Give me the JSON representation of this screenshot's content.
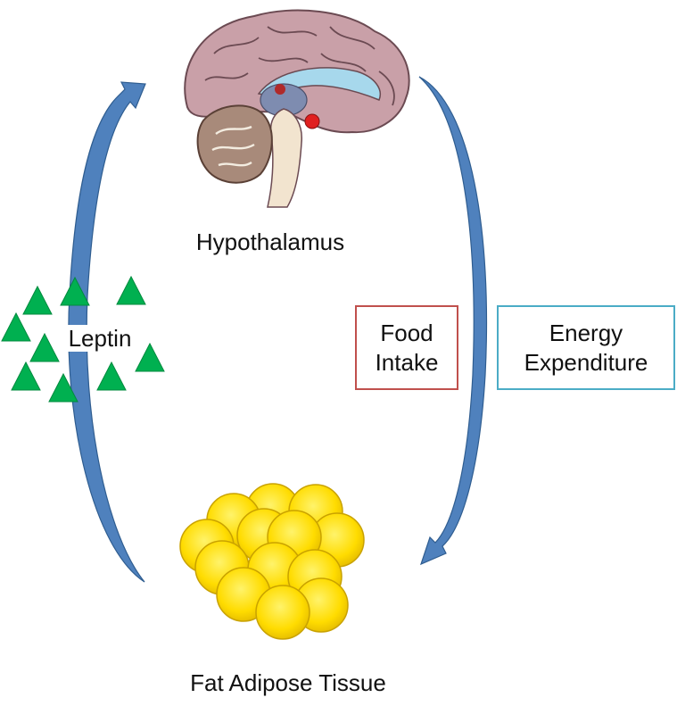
{
  "nodes": {
    "hypothalamus": "Hypothalamus",
    "fat": "Fat Adipose Tissue",
    "leptin": "Leptin"
  },
  "boxes": {
    "food": {
      "line1": "Food",
      "line2": "Intake",
      "border_color": "#c0504d"
    },
    "energy": {
      "line1": "Energy",
      "line2": "Expenditure",
      "border_color": "#4bacc6"
    }
  },
  "colors": {
    "arrow": "#4f81bd",
    "leptin_triangle": "#00b050",
    "fat_cell": "#ffd700",
    "brain": "#c9a0a8"
  },
  "icons": {
    "brain": "brain-icon",
    "fat_cluster": "fat-cells-icon",
    "leptin_particles": "triangle-icon"
  }
}
